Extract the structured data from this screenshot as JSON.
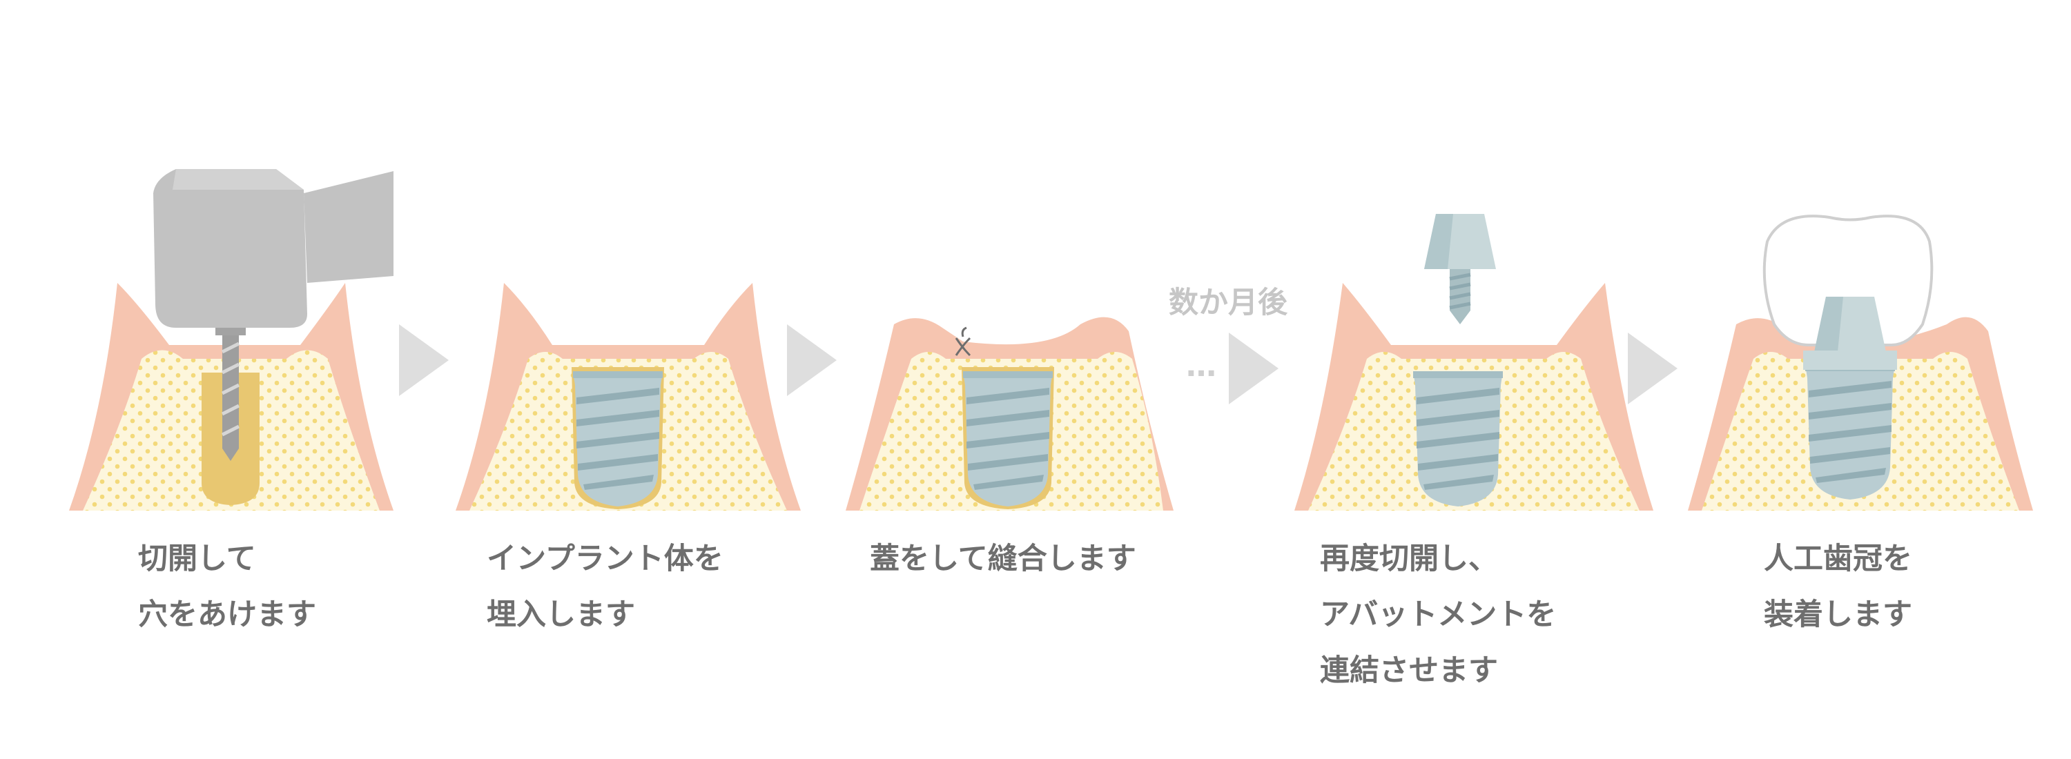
{
  "steps": [
    {
      "lines": [
        "切開して",
        "穴をあけます"
      ]
    },
    {
      "lines": [
        "インプラント体を",
        "埋入します"
      ]
    },
    {
      "lines": [
        "蓋をして縫合します"
      ]
    },
    {
      "lines": [
        "再度切開し、",
        "アバットメントを",
        "連結させます"
      ]
    },
    {
      "lines": [
        "人工歯冠を",
        "装着します"
      ]
    }
  ],
  "interval_label": "数か月後",
  "interval_dots": "…",
  "colors": {
    "gum": "#f6c5b0",
    "bone": "#fdf6dc",
    "bone_dots": "#f3d97a",
    "hole": "#e8c771",
    "implant": "#b9cdd2",
    "implant_dark": "#93aeb5",
    "abutment": "#c8d8da",
    "drill": "#c2c2c2",
    "arrow": "#dedede",
    "caption": "#6e6e6e",
    "interval_label": "#c6c6c6"
  }
}
